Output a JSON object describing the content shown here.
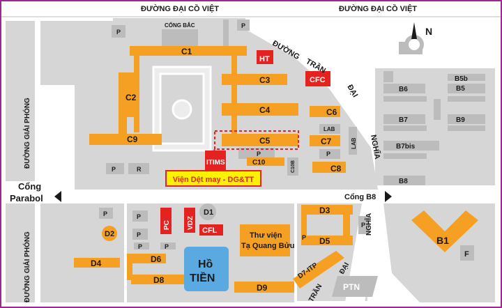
{
  "streets": {
    "dai_co_viet_left": "ĐƯỜNG ĐẠI CỒ VIỆT",
    "dai_co_viet_right": "ĐƯỜNG ĐẠI CỒ VIỆT",
    "giai_phong_upper": "ĐƯỜNG GIẢI PHÓNG",
    "giai_phong_lower": "ĐƯỜNG GIẢI PHÓNG",
    "tran_dai_nghia_upper": [
      "ĐƯỜNG",
      "TRẦN",
      "ĐẠI",
      "NGHĨA"
    ],
    "tran_dai_nghia_lower": [
      "TRẦN",
      "ĐẠI",
      "NGHĨA"
    ]
  },
  "gates": {
    "cong_bac": "CỔNG BẮC",
    "cong_parabol": [
      "Cổng",
      "Parabol"
    ],
    "cong_b8": "Cổng B8"
  },
  "compass": {
    "label": "N",
    "icon": "north-arrow-icon"
  },
  "buildings": {
    "C1": "C1",
    "C2": "C2",
    "C3": "C3",
    "C4": "C4",
    "C5": "C5",
    "C6": "C6",
    "C7": "C7",
    "C8": "C8",
    "C9": "C9",
    "C10": "C10",
    "C10B": "C10B",
    "D1": "D1",
    "D2": "D2",
    "D3": "D3",
    "D4": "D4",
    "D5": "D5",
    "D6": "D6",
    "D8": "D8",
    "D9": "D9",
    "D7": "D7-ITP",
    "B1": "B1",
    "B5": "B5",
    "B5b": "B5b",
    "B6": "B6",
    "B7": "B7",
    "B7bis": "B7bis",
    "B8": "B8",
    "B9": "B9",
    "HT": "HT",
    "CFC": "CFC",
    "CFL": "CFL",
    "VDZ": "VDZ",
    "PC": "PC",
    "ITIMS": "ITIMS",
    "LAB1": "LAB",
    "LAB2": "LAB",
    "PTN": "PTN",
    "F": "F",
    "library": [
      "Thư viện",
      "Tạ Quang Bửu"
    ],
    "lake": [
      "Hồ",
      "TIỀN"
    ]
  },
  "parking": {
    "P": "P",
    "R": "R"
  },
  "highlight": {
    "label": "Viện Dệt may - DG&TT"
  },
  "colors": {
    "orange": "#f5a022",
    "red": "#e42321",
    "blue": "#5aa9e0",
    "gray": "#d4d4d4",
    "frame": "#9b2a8f",
    "label_yellow": "#fff200"
  }
}
